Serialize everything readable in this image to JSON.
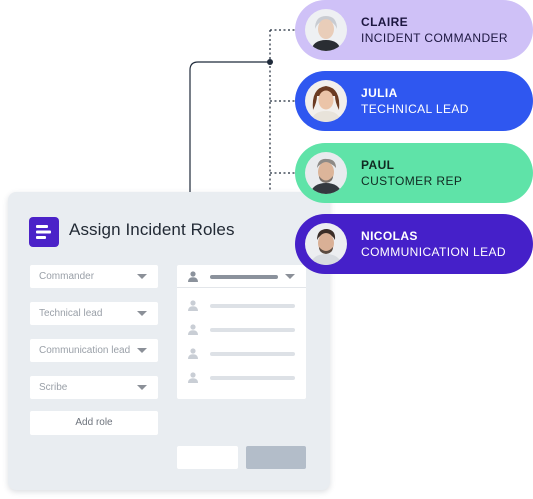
{
  "card": {
    "title": "Assign Incident Roles",
    "logo_icon": "document-lines-icon",
    "selects": [
      {
        "label": "Commander"
      },
      {
        "label": "Technical lead"
      },
      {
        "label": "Communication lead"
      },
      {
        "label": "Scribe"
      }
    ],
    "add_role_label": "Add role"
  },
  "roles": [
    {
      "name": "CLAIRE",
      "role": "INCIDENT COMMANDER",
      "bg": "#cfc1f7",
      "text": "#1c1640"
    },
    {
      "name": "JULIA",
      "role": "TECHNICAL LEAD",
      "bg": "#2f57f0",
      "text": "#ffffff"
    },
    {
      "name": "PAUL",
      "role": "CUSTOMER REP",
      "bg": "#5fe3a8",
      "text": "#102a22"
    },
    {
      "name": "NICOLAS",
      "role": "COMMUNICATION LEAD",
      "bg": "#4520c9",
      "text": "#ffffff"
    }
  ],
  "colors": {
    "brand": "#4b22c8",
    "connector": "#1f2a3a"
  }
}
